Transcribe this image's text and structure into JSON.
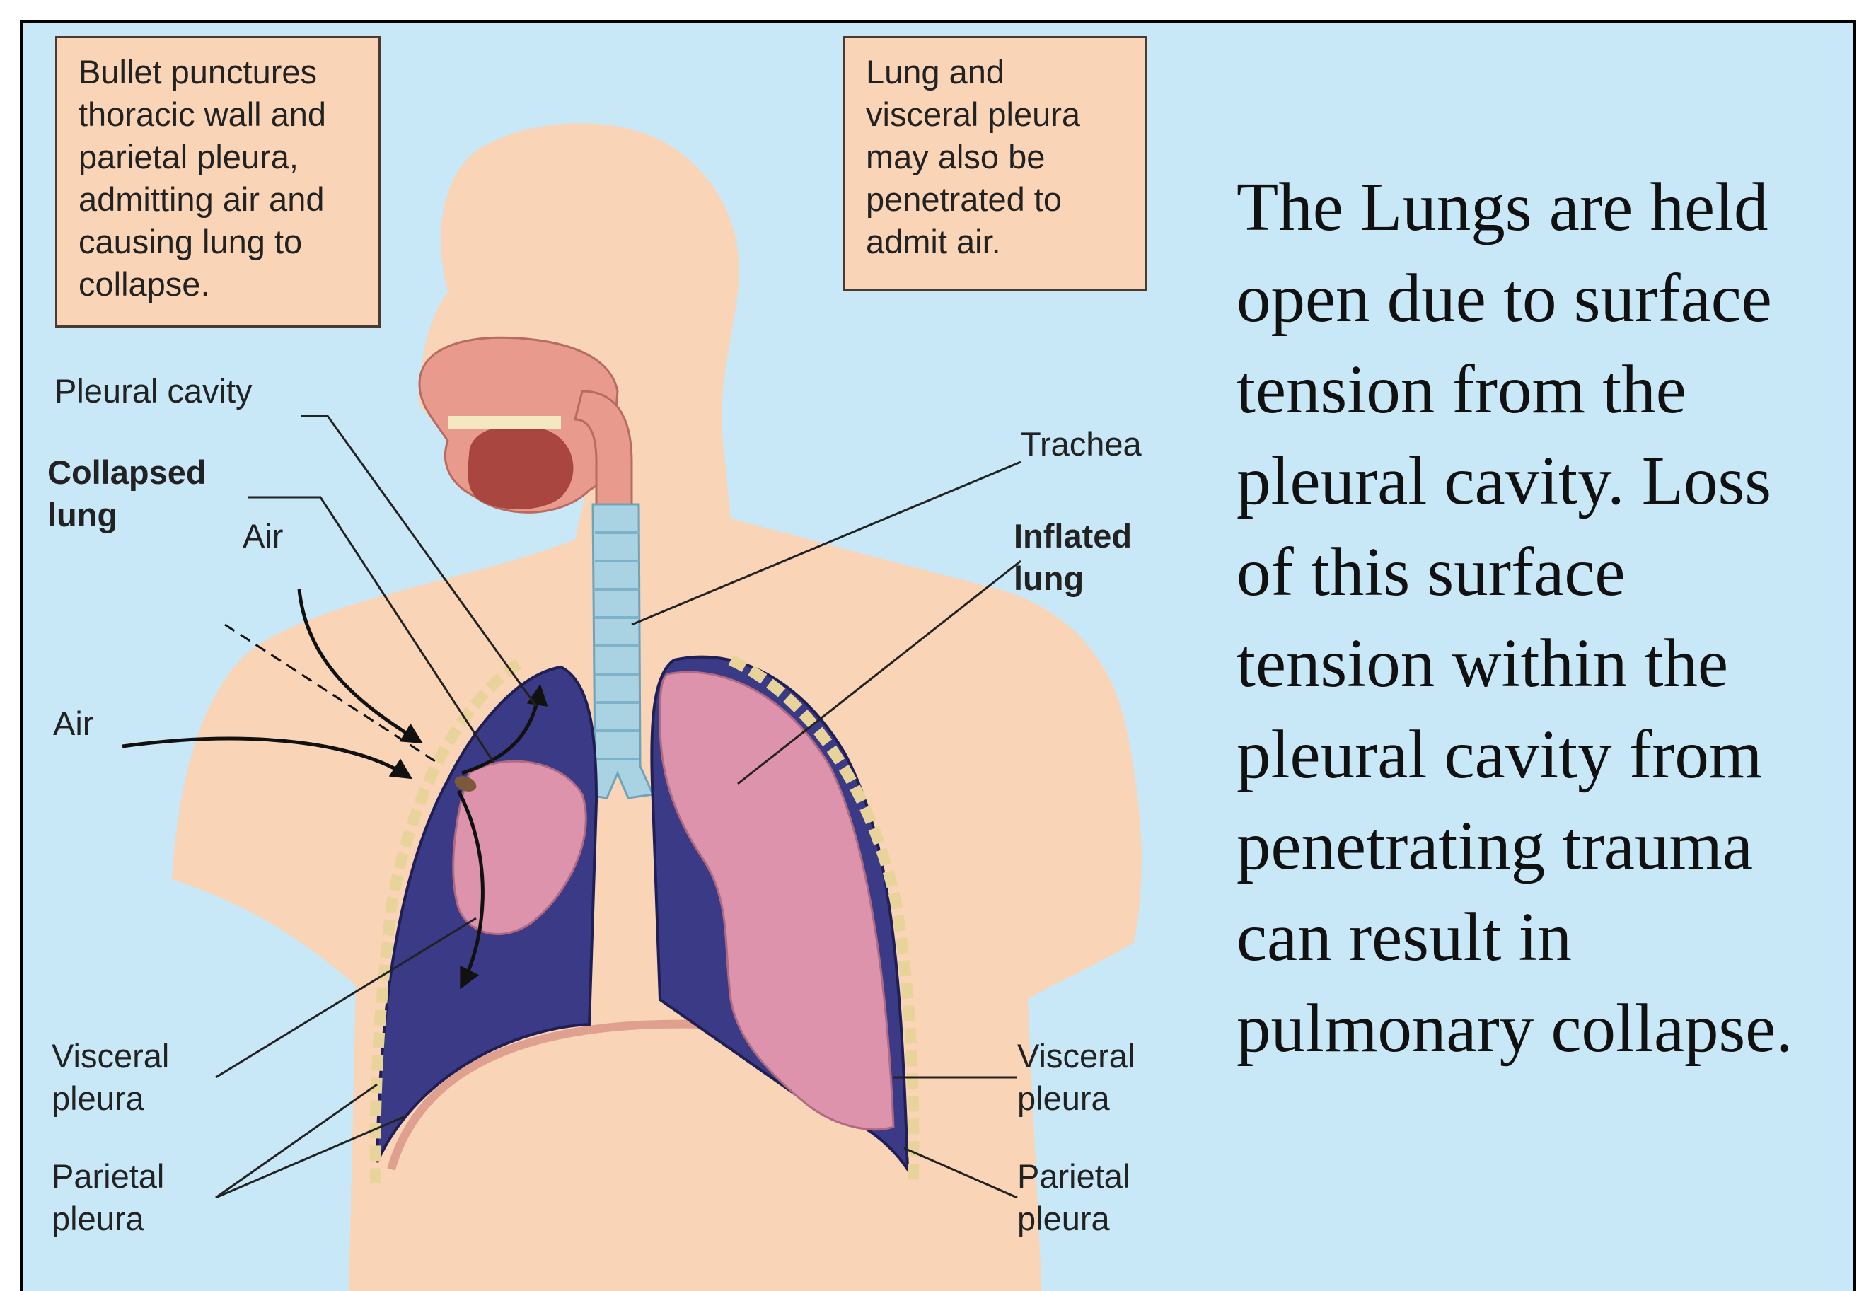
{
  "callouts": {
    "bullet": "Bullet punctures\nthoracic wall and\nparietal pleura,\nadmitting air and\ncausing lung to\ncollapse.",
    "visceral_penetration": "Lung and\nvisceral pleura\nmay also be\npenetrated to\nadmit air."
  },
  "labels": {
    "pleural_cavity": "Pleural cavity",
    "collapsed_lung": "Collapsed\nlung",
    "air_top": "Air",
    "air_left": "Air",
    "trachea": "Trachea",
    "inflated_lung": "Inflated\nlung",
    "visceral_pleura_left": "Visceral\npleura",
    "parietal_pleura_left": "Parietal\npleura",
    "visceral_pleura_right": "Visceral\npleura",
    "parietal_pleura_right": "Parietal\npleura"
  },
  "explanation": "The Lungs are held\nopen due to surface\ntension from the\npleural cavity. Loss\nof this surface\ntension within the\npleural cavity from\npenetrating trauma\ncan result in\npulmonary collapse.",
  "colors": {
    "background": "#c8e8f8",
    "skin": "#f9d4b6",
    "pleural_cavity": "#3a3a86",
    "lung": "#de93ac",
    "trachea": "#a9d3e3"
  }
}
